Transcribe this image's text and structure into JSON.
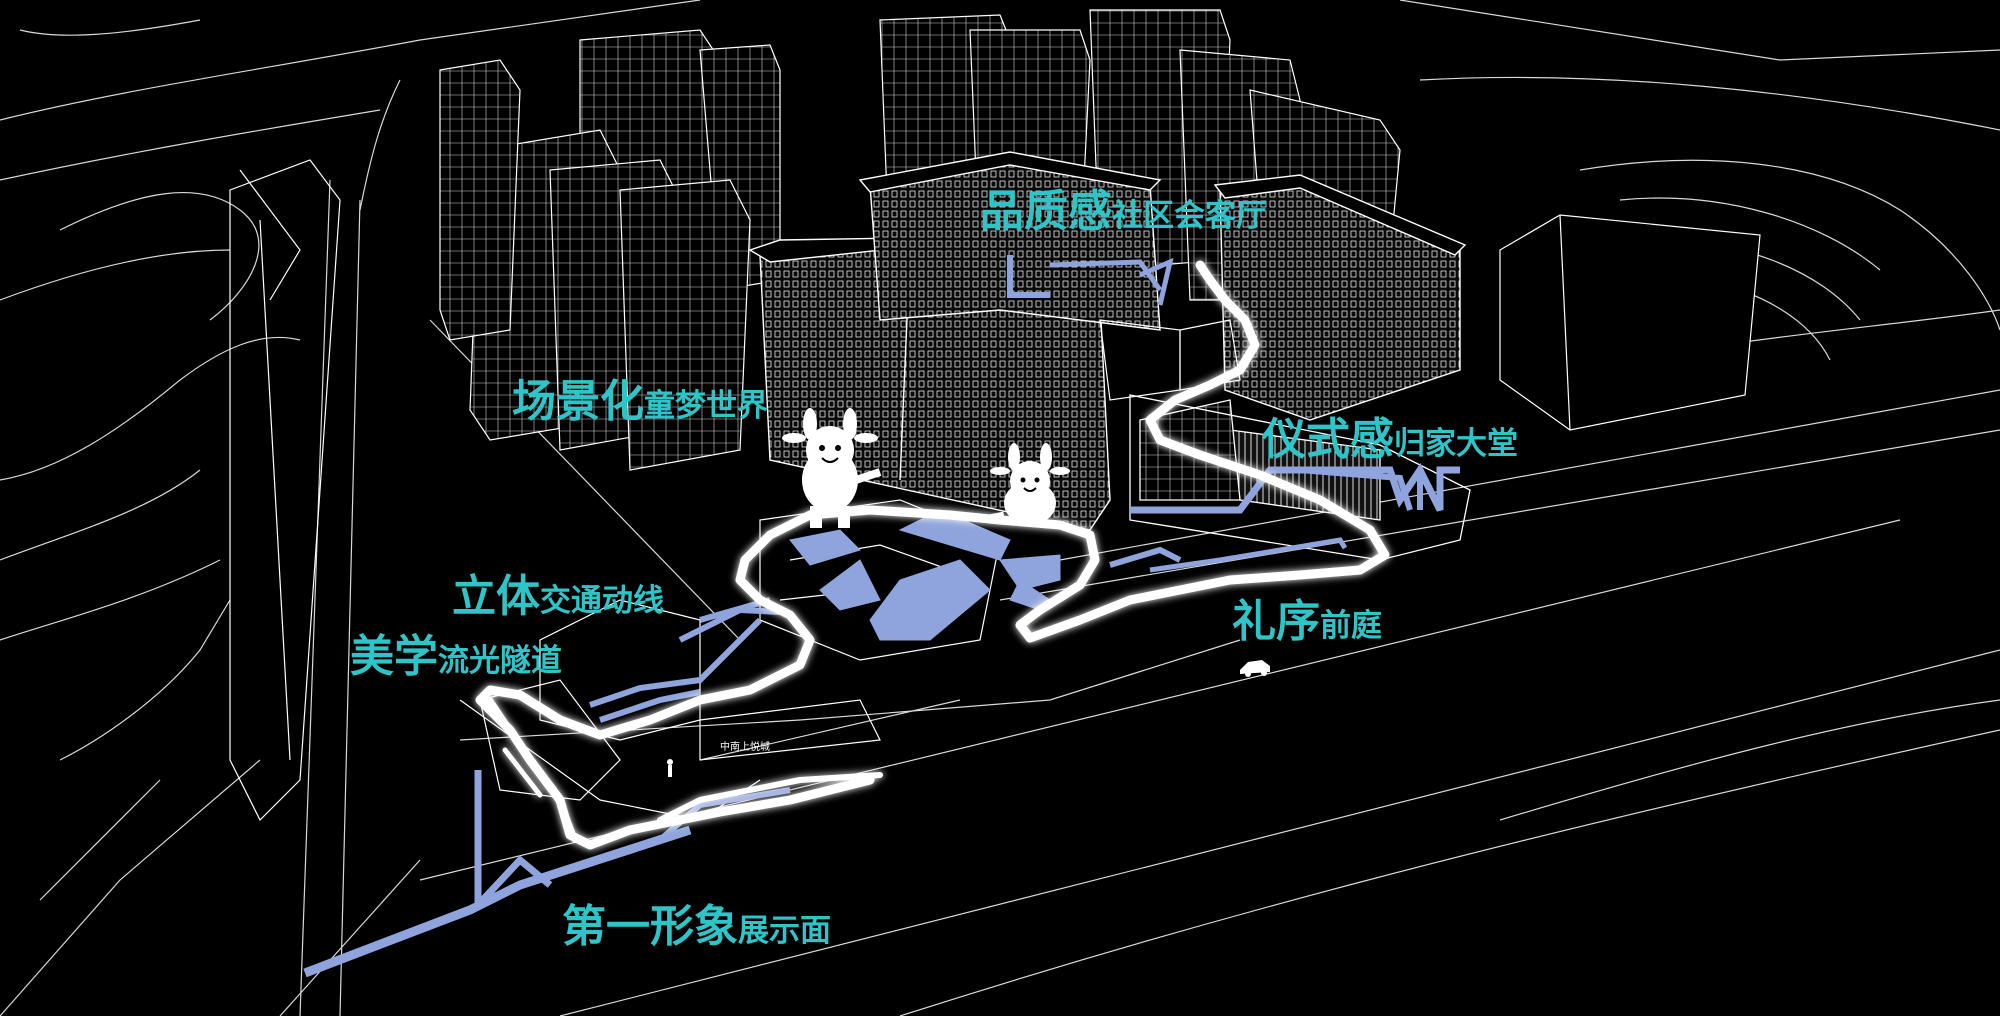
{
  "colors": {
    "background": "#000000",
    "linework": "#ffffff",
    "label_text": "#2ec4c8",
    "accent_path": "#8fa4dc",
    "glow_path": "#ffffff"
  },
  "labels": {
    "community_hall": {
      "big": "品质感",
      "small": "社区会客厅"
    },
    "dream_world": {
      "big": "场景化",
      "small": "童梦世界"
    },
    "home_lobby": {
      "big": "仪式感",
      "small": "归家大堂"
    },
    "traffic": {
      "big": "立体",
      "small": "交通动线"
    },
    "light_tunnel": {
      "big": "美学",
      "small": "流光隧道"
    },
    "front_court": {
      "big": "礼序",
      "small": "前庭"
    },
    "first_image": {
      "big": "第一形象",
      "small": "展示面"
    }
  },
  "sign_text": "中南上悦城",
  "icons": {
    "mascot_left": "deer-mascot-icon",
    "mascot_right": "deer-mascot-icon",
    "car": "car-icon",
    "person": "person-icon"
  }
}
